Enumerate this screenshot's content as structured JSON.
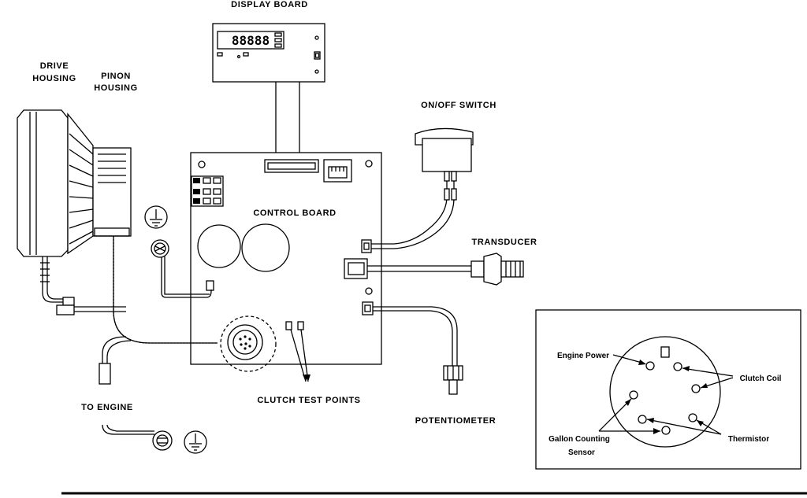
{
  "labels": {
    "display_board": "DISPLAY BOARD",
    "drive_housing_1": "DRIVE",
    "drive_housing_2": "HOUSING",
    "pinon_housing_1": "PINON",
    "pinon_housing_2": "HOUSING",
    "on_off_switch": "ON/OFF SWITCH",
    "control_board": "CONTROL BOARD",
    "transducer": "TRANSDUCER",
    "to_engine": "TO ENGINE",
    "clutch_test_points": "CLUTCH TEST POINTS",
    "potentiometer": "POTENTIOMETER"
  },
  "display": {
    "digits": "88888"
  },
  "connector_detail": {
    "engine_power": "Engine Power",
    "clutch_coil": "Clutch Coil",
    "gallon_counting_1": "Gallon Counting",
    "gallon_counting_2": "Sensor",
    "thermistor": "Thermistor"
  }
}
